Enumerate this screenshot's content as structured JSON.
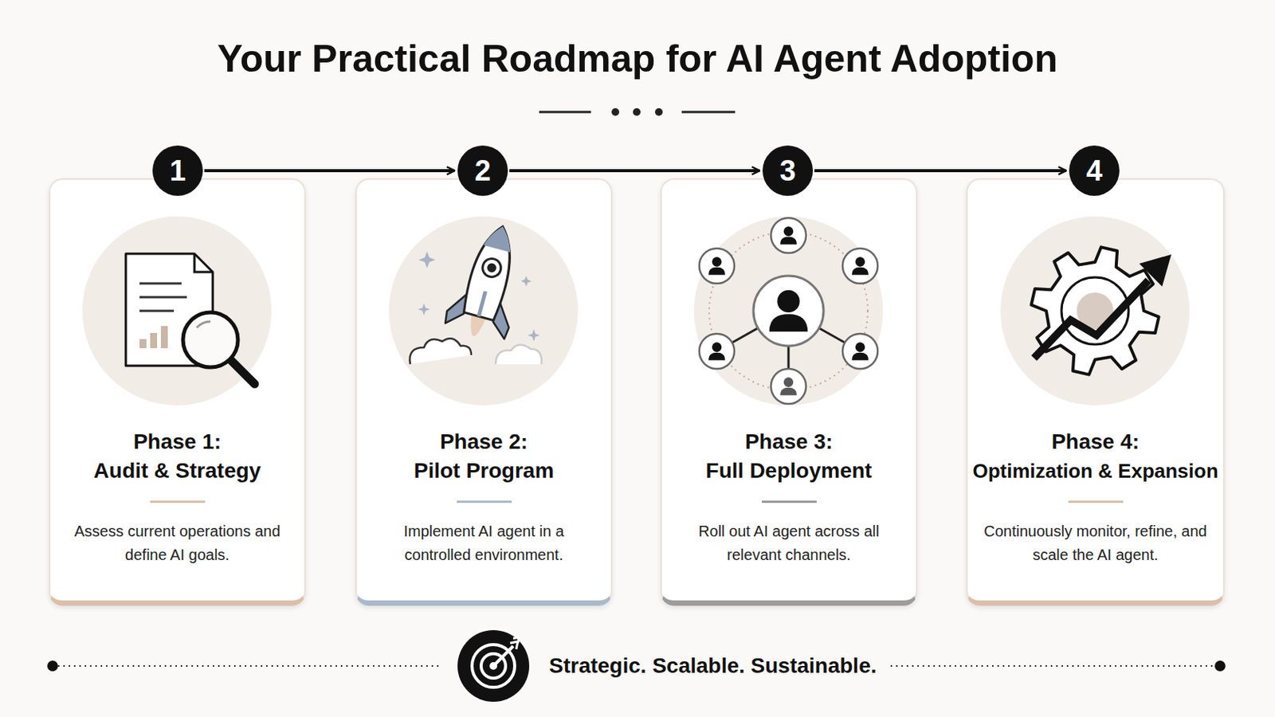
{
  "diagram": {
    "title": "Your Practical Roadmap for AI Agent Adoption",
    "nodes": [
      {
        "text": [
          "1"
        ]
      },
      {
        "text": [
          "2"
        ]
      },
      {
        "text": [
          "3"
        ]
      },
      {
        "text": [
          "4"
        ]
      },
      {
        "text": [
          "Phase 1:",
          "Audit & Strategy",
          "Assess current operations and define AI goals."
        ]
      },
      {
        "text": [
          "Phase 2:",
          "Pilot Program",
          "Implement AI agent in a controlled environment."
        ]
      },
      {
        "text": [
          "Phase 3:",
          "Full Deployment",
          "Roll out AI agent across all relevant channels."
        ]
      },
      {
        "text": [
          "Phase 4:",
          "Optimization & Expansion",
          "Continuously monitor, refine, and scale the AI agent."
        ]
      }
    ],
    "edges": [
      {
        "from": 0,
        "to": 1,
        "arrow": "to"
      },
      {
        "from": 1,
        "to": 2,
        "arrow": "to"
      },
      {
        "from": 2,
        "to": 3,
        "arrow": "to"
      }
    ],
    "labels": [
      "Strategic. Scalable. Sustainable."
    ]
  }
}
